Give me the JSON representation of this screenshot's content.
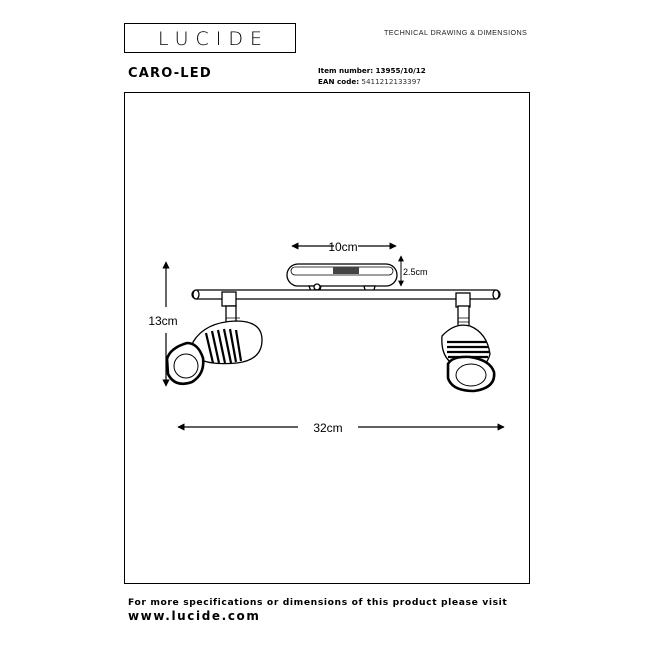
{
  "brand": {
    "logo_text": "LUCIDE"
  },
  "header": {
    "doc_type": "TECHNICAL DRAWING & DIMENSIONS"
  },
  "product": {
    "name": "CARO-LED",
    "item_number_label": "Item number:",
    "item_number_value": "13955/10/12",
    "ean_label": "EAN code:",
    "ean_value": "5411212133397"
  },
  "dimensions": {
    "base_width": "10cm",
    "base_height": "2.5cm",
    "total_height": "13cm",
    "total_length": "32cm"
  },
  "footer": {
    "line1": "For more specifications or dimensions of this product please visit",
    "url": "www.lucide.com"
  },
  "colors": {
    "ink": "#000000",
    "background": "#ffffff"
  }
}
